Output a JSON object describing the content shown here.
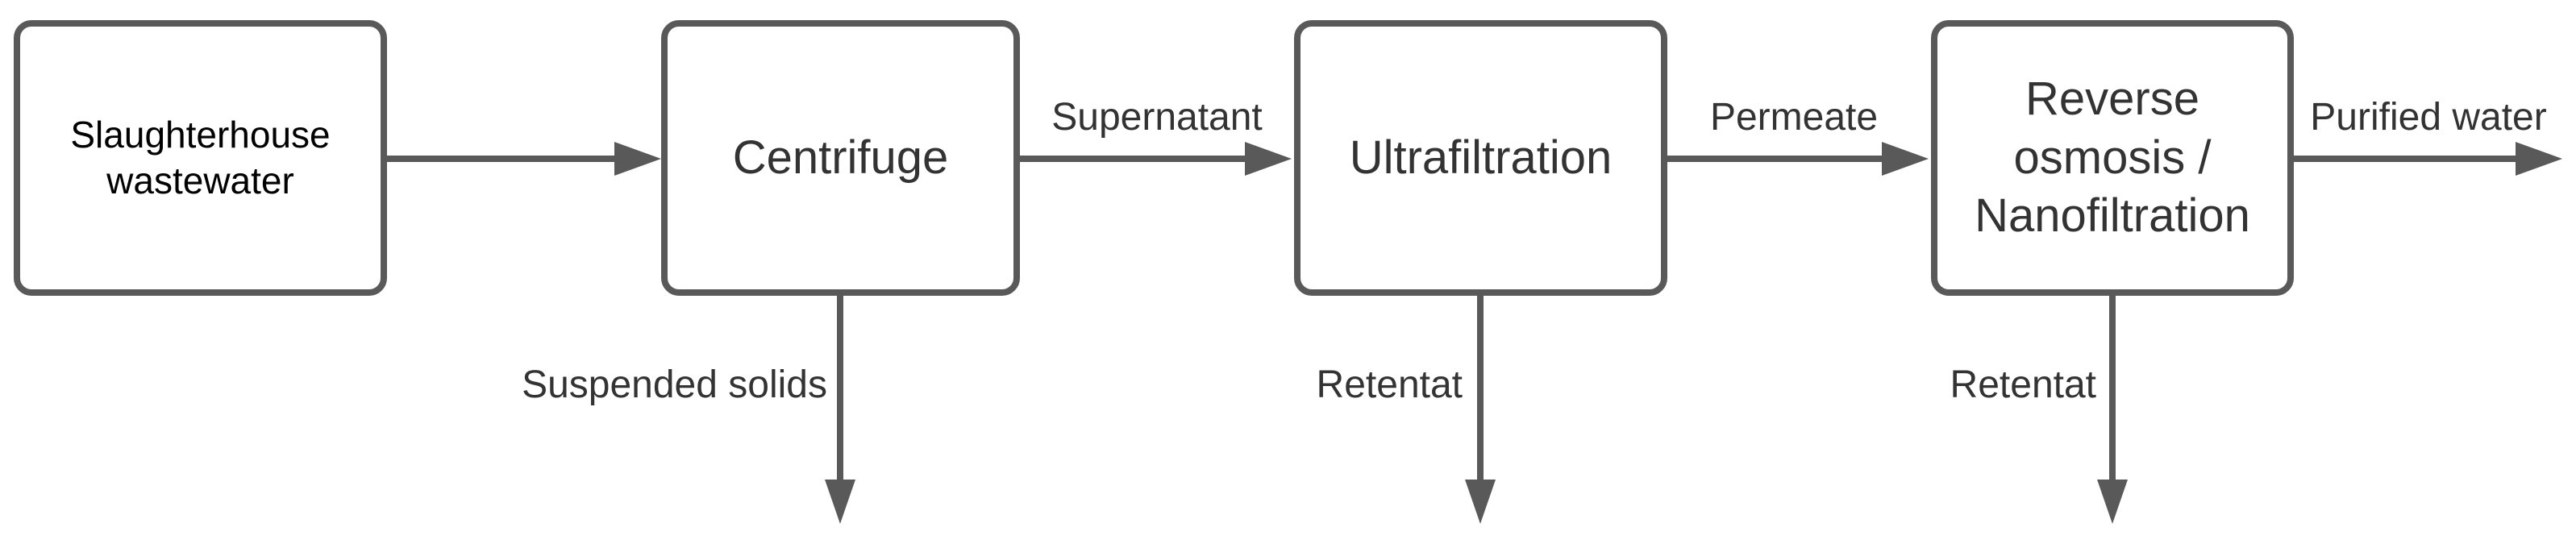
{
  "diagram": {
    "type": "process-flow",
    "nodes": [
      {
        "id": "slaughterhouse-wastewater",
        "label": "Slaughterhouse wastewater",
        "lines": [
          "Slaughterhouse",
          "wastewater"
        ]
      },
      {
        "id": "centrifuge",
        "label": "Centrifuge",
        "lines": [
          "Centrifuge"
        ]
      },
      {
        "id": "ultrafiltration",
        "label": "Ultrafiltration",
        "lines": [
          "Ultrafiltration"
        ]
      },
      {
        "id": "reverse-osmosis-nanofiltration",
        "label": "Reverse osmosis / Nanofiltration",
        "lines": [
          "Reverse",
          "osmosis /",
          "Nanofiltration"
        ]
      }
    ],
    "flow_labels": {
      "supernatant": "Supernatant",
      "permeate": "Permeate",
      "purified_water": "Purified water"
    },
    "byproduct_labels": {
      "centrifuge_bottom": "Suspended solids",
      "ultrafiltration_bottom": "Retentat",
      "reverse_osmosis_bottom": "Retentat"
    }
  },
  "colors": {
    "stroke": "#595959",
    "node_text": "#333333",
    "first_node_text": "#000000",
    "label_text": "#333333",
    "background": "#ffffff"
  }
}
